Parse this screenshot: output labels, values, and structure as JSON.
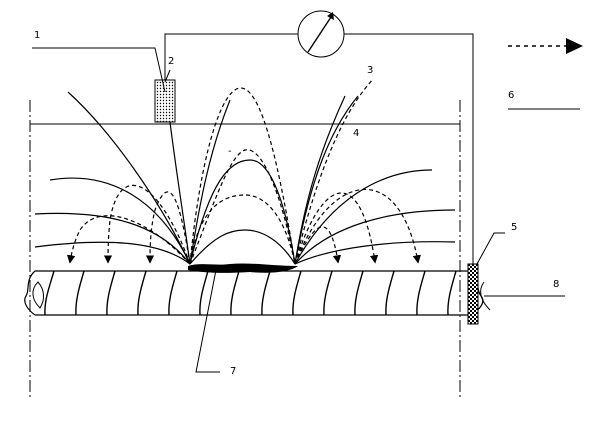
{
  "labels": {
    "l1": "1",
    "l2": "2",
    "l3": "3",
    "l4": "4",
    "l5": "5",
    "l6": "6",
    "l7": "7",
    "l8": "8",
    "minus": "-"
  }
}
